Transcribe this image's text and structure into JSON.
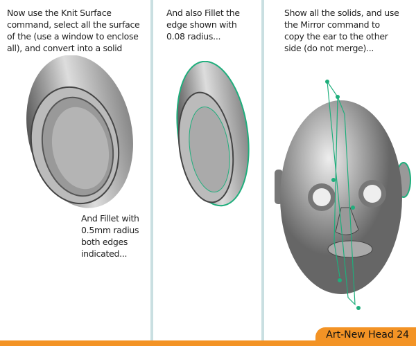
{
  "panels": [
    {
      "text": "Now use the Knit Surface command, select all the surface of the (use a window to enclose all), and convert into a solid",
      "text2": "And Fillet with 0.5mm radius both edges indicated..."
    },
    {
      "text": "And also Fillet the edge shown with 0.08 radius..."
    },
    {
      "text": "Show all the solids, and use the Mirror command to copy the ear to the other side (do not merge)..."
    }
  ],
  "footer": {
    "label": "Art-New Head 24"
  },
  "colors": {
    "accent": "#f39325",
    "divider": "#c9dfe1",
    "highlight": "#1fae7c"
  }
}
